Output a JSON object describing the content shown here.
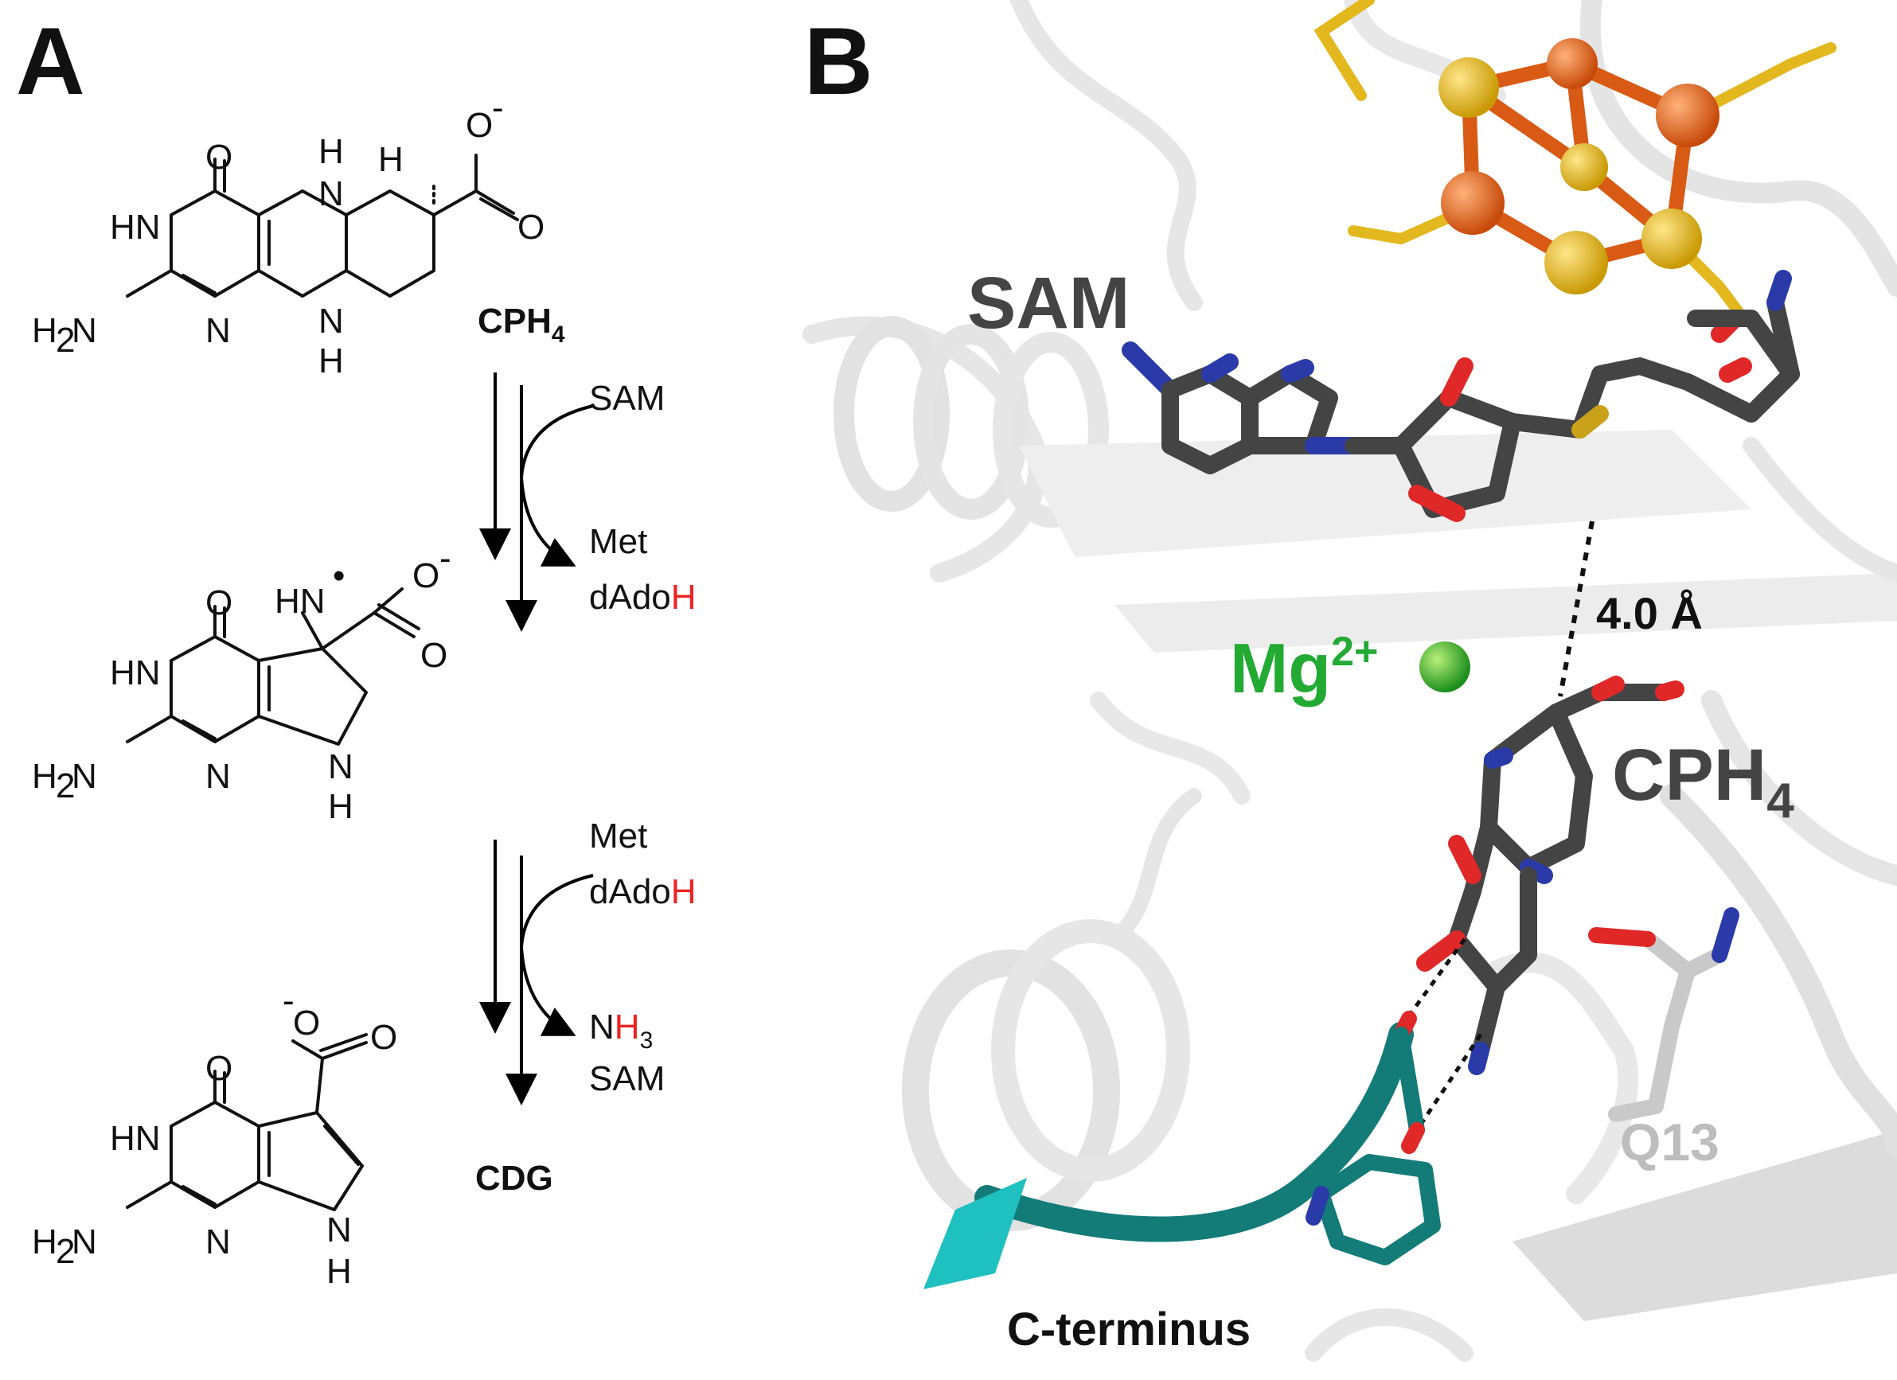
{
  "panel_a": {
    "label": "A",
    "compounds": {
      "cph4": {
        "name": "CPH",
        "name_sub": "4",
        "atoms": {
          "o_top": "O",
          "hn": "HN",
          "h2n_h": "H",
          "h2n_n": "N",
          "h2n_sub": "2",
          "n_ring": "N",
          "nh_top_h": "H",
          "nh_top_n": "N",
          "nh_bot_n": "N",
          "nh_bot_h": "H",
          "h_red": "H",
          "carboxyl_o1": "O",
          "carboxyl_charge": "-",
          "carboxyl_o2": "O"
        }
      },
      "radical": {
        "atoms": {
          "o_top": "O",
          "hn": "HN",
          "h2n_h": "H",
          "h2n_n": "N",
          "h2n_sub": "2",
          "n_ring": "N",
          "hn_radical": "HN",
          "radical_dot": "•",
          "carboxyl_o1": "O",
          "carboxyl_charge": "-",
          "carboxyl_o2": "O",
          "nh_n": "N",
          "nh_h": "H"
        }
      },
      "cdg": {
        "name": "CDG",
        "atoms": {
          "o_top": "O",
          "hn": "HN",
          "h2n_h": "H",
          "h2n_n": "N",
          "h2n_sub": "2",
          "n_ring": "N",
          "carboxyl_charge": "-",
          "carboxyl_o1": "O",
          "carboxyl_o2": "O",
          "nh_n": "N",
          "nh_h": "H"
        }
      }
    },
    "step1": {
      "in": "SAM",
      "out_1": "Met",
      "out_2_prefix": "dAdo",
      "out_2_red": "H"
    },
    "step2": {
      "in_1": "Met",
      "in_2_prefix": "dAdo",
      "in_2_red": "H",
      "out_1_n": "N",
      "out_1_red": "H",
      "out_1_sub": "3",
      "out_2": "SAM"
    }
  },
  "panel_b": {
    "label": "B",
    "labels": {
      "sam": "SAM",
      "mg": "Mg",
      "mg_charge": "2+",
      "distance": "4.0 Å",
      "cph4": "CPH",
      "cph4_sub": "4",
      "q13": "Q13",
      "c_terminus": "C-terminus"
    }
  },
  "colors": {
    "highlight_red": "#ee2222",
    "mg_green": "#22aa33",
    "carbon_dark": "#444444",
    "nitrogen_blue": "#2a3aa8",
    "oxygen_red": "#e02828",
    "sulfur_yellow": "#e2b81e",
    "iron_orange": "#e0641c",
    "c_terminus_teal": "#137b78",
    "protein_gray": "#e3e3e3",
    "q13_gray": "#bdbdbd"
  }
}
